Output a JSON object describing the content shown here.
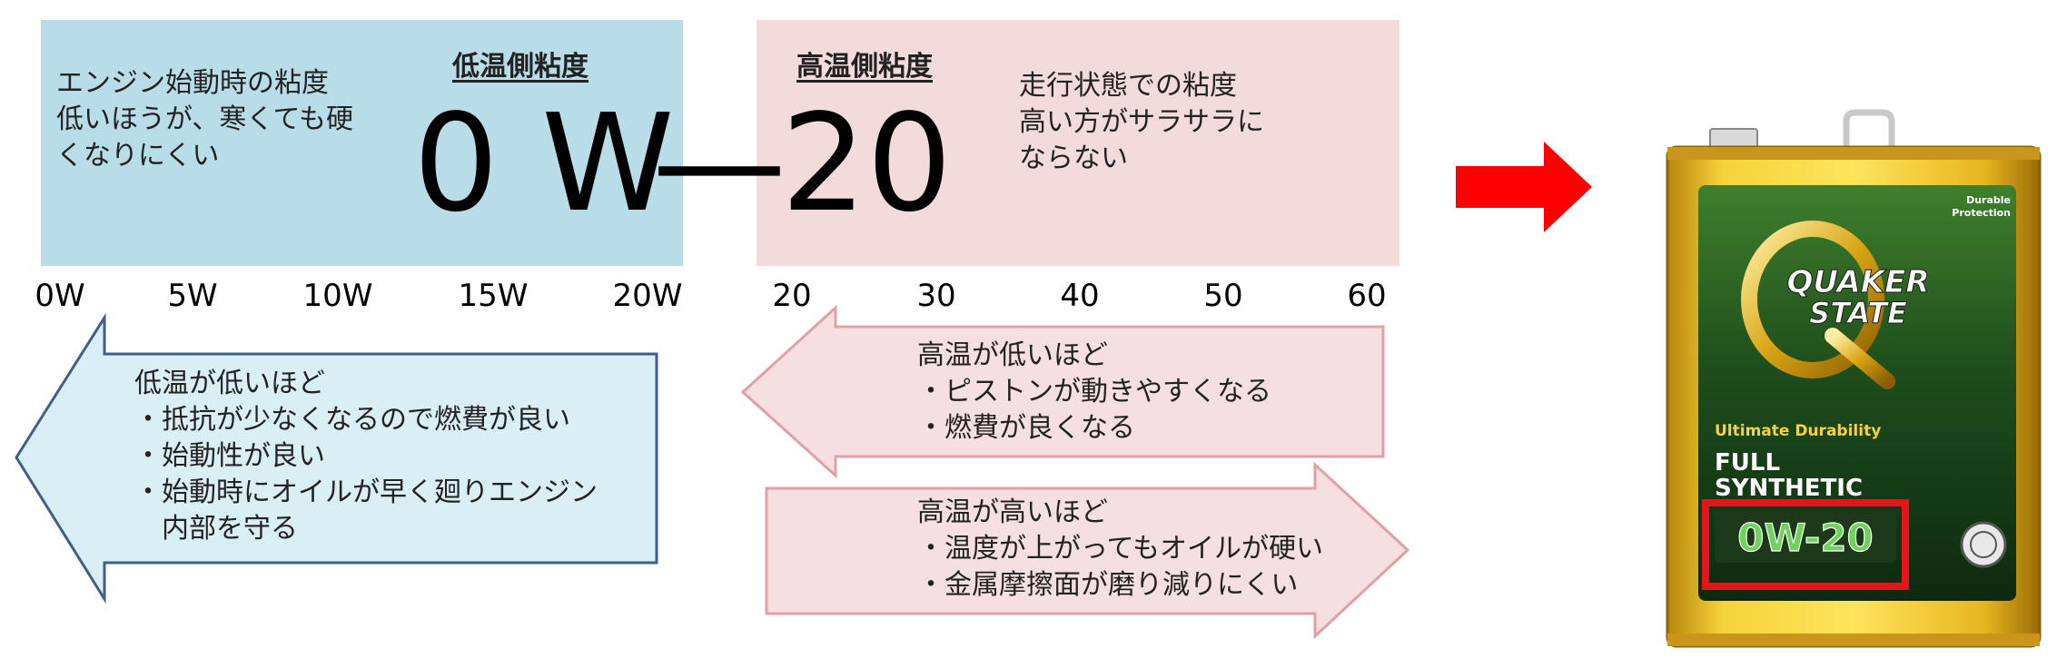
{
  "low_panel": {
    "title": "低温側粘度",
    "description": "エンジン始動時の粘度\n低いほうが、寒くても硬\nくなりにくい",
    "value": "0 W"
  },
  "dash": "—",
  "high_panel": {
    "title": "高温側粘度",
    "description": "走行状態での粘度\n高い方がサラサラに\nならない",
    "value": "20"
  },
  "low_scale": [
    "0W",
    "5W",
    "10W",
    "15W",
    "20W"
  ],
  "high_scale": [
    "20",
    "30",
    "40",
    "50",
    "60"
  ],
  "low_arrow": {
    "text": "低温が低いほど\n・抵抗が少なくなるので燃費が良い\n・始動性が良い\n・始動時にオイルが早く廻りエンジン\n　内部を守る"
  },
  "high_low_arrow": {
    "text": "高温が低いほど\n・ピストンが動きやすくなる\n・燃費が良くなる"
  },
  "high_high_arrow": {
    "text": "高温が高いほど\n・温度が上がってもオイルが硬い\n・金属摩擦面が磨り減りにくい"
  },
  "product": {
    "brand_line1": "QUAKER",
    "brand_line2": "STATE",
    "tagline": "Ultimate Durability",
    "type_line1": "FULL",
    "type_line2": "SYNTHETIC",
    "grade": "0W-20",
    "badge_line1": "Durable",
    "badge_line2": "Protection"
  },
  "colors": {
    "low_panel": "#b8dde9",
    "high_panel": "#f3dadb",
    "low_arrow_fill": "#daeef5",
    "low_arrow_stroke": "#3d5f8a",
    "high_arrow_fill": "#f6dfe0",
    "high_arrow_stroke": "#e0a0a6",
    "pointer_arrow": "#ff0000",
    "highlight_box": "#e8141c"
  }
}
